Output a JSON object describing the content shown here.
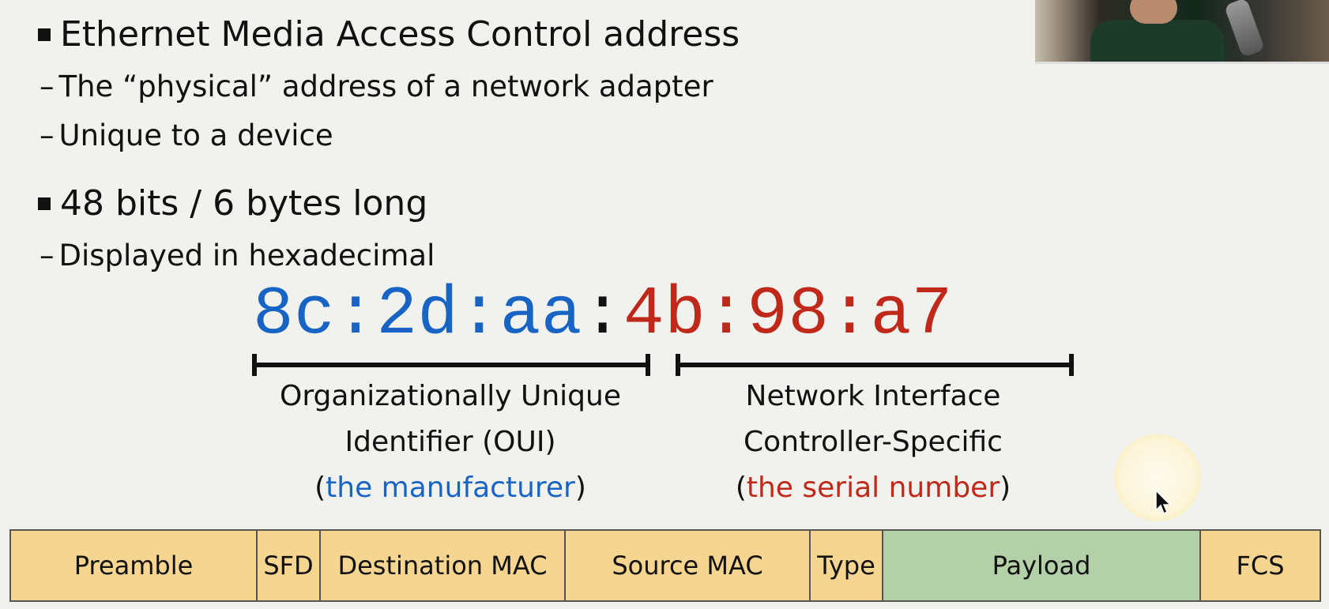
{
  "slide": {
    "bullets": [
      {
        "text": "Ethernet Media Access Control address",
        "subs": [
          "The “physical” address of a network adapter",
          "Unique to a device"
        ]
      },
      {
        "text": "48 bits / 6 bytes long",
        "subs": [
          "Displayed in hexadecimal"
        ]
      }
    ],
    "mac": {
      "oui_part": "8c:2d:aa",
      "separator": ":",
      "nic_part": "4b:98:a7",
      "oui_color": "#1764c4",
      "nic_color": "#c0281a"
    },
    "oui_caption": {
      "line1": "Organizationally Unique",
      "line2": "Identifier (OUI)",
      "open_paren": "(",
      "detail": "the manufacturer",
      "close_paren": ")"
    },
    "nic_caption": {
      "line1": "Network Interface",
      "line2": "Controller-Specific",
      "open_paren": "(",
      "detail": "the serial number",
      "close_paren": ")"
    },
    "frame": {
      "fields": [
        {
          "label": "Preamble",
          "color": "#f5d590"
        },
        {
          "label": "SFD",
          "color": "#f5d590"
        },
        {
          "label": "Destination MAC",
          "color": "#f5d590"
        },
        {
          "label": "Source MAC",
          "color": "#f5d590"
        },
        {
          "label": "Type",
          "color": "#f5d590"
        },
        {
          "label": "Payload",
          "color": "#b4d0a8"
        },
        {
          "label": "FCS",
          "color": "#f5d590"
        }
      ]
    }
  },
  "overlay": {
    "webcam_icon": "presenter-webcam",
    "cursor_icon": "mouse-pointer-icon"
  }
}
